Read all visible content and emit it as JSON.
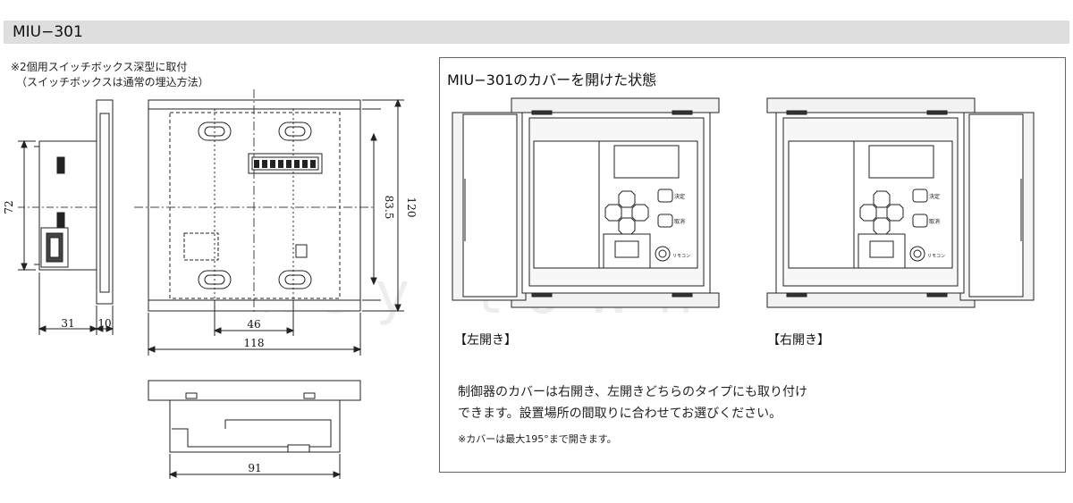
{
  "header": {
    "model": "MIU−301"
  },
  "notes": {
    "line1": "※2個用スイッチボックス深型に取付",
    "line2": "（スイッチボックスは通常の埋込方法）"
  },
  "dimensions": {
    "side_height": "72",
    "side_depth": "31",
    "side_plate": "10",
    "front_inner_height": "83.5",
    "front_height": "120",
    "front_hole_pitch": "46",
    "front_width": "118",
    "bottom_width": "91"
  },
  "cover_panel": {
    "title": "MIU−301のカバーを開けた状態",
    "left_caption": "【左開き】",
    "right_caption": "【右開き】",
    "btn_decide": "決定",
    "btn_cancel": "取消",
    "remote_label": "リモコン",
    "description_line1": "制御器のカバーは右開き、左開きどちらのタイプにも取り付け",
    "description_line2": "できます。設置場所の間取りに合わせてお選びください。",
    "footnote": "※カバーは最大195°まで開きます。"
  },
  "watermark": "key town"
}
